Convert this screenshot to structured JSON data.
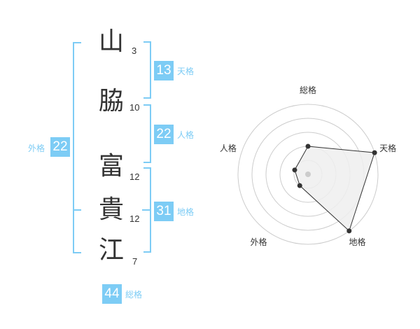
{
  "characters": [
    {
      "char": "山",
      "strokes": "3"
    },
    {
      "char": "脇",
      "strokes": "10"
    },
    {
      "char": "富",
      "strokes": "12"
    },
    {
      "char": "貴",
      "strokes": "12"
    },
    {
      "char": "江",
      "strokes": "7"
    }
  ],
  "kaku": {
    "tenkaku": {
      "label": "天格",
      "value": "13"
    },
    "jinkaku": {
      "label": "人格",
      "value": "22"
    },
    "chikaku": {
      "label": "地格",
      "value": "31"
    },
    "gaikaku": {
      "label": "外格",
      "value": "22"
    },
    "soukaku": {
      "label": "総格",
      "value": "44"
    }
  },
  "accent": "#7dccf5",
  "radar": {
    "axes": [
      "総格",
      "天格",
      "地格",
      "外格",
      "人格"
    ],
    "values": [
      2,
      5,
      5,
      1,
      1
    ],
    "max": 5
  }
}
